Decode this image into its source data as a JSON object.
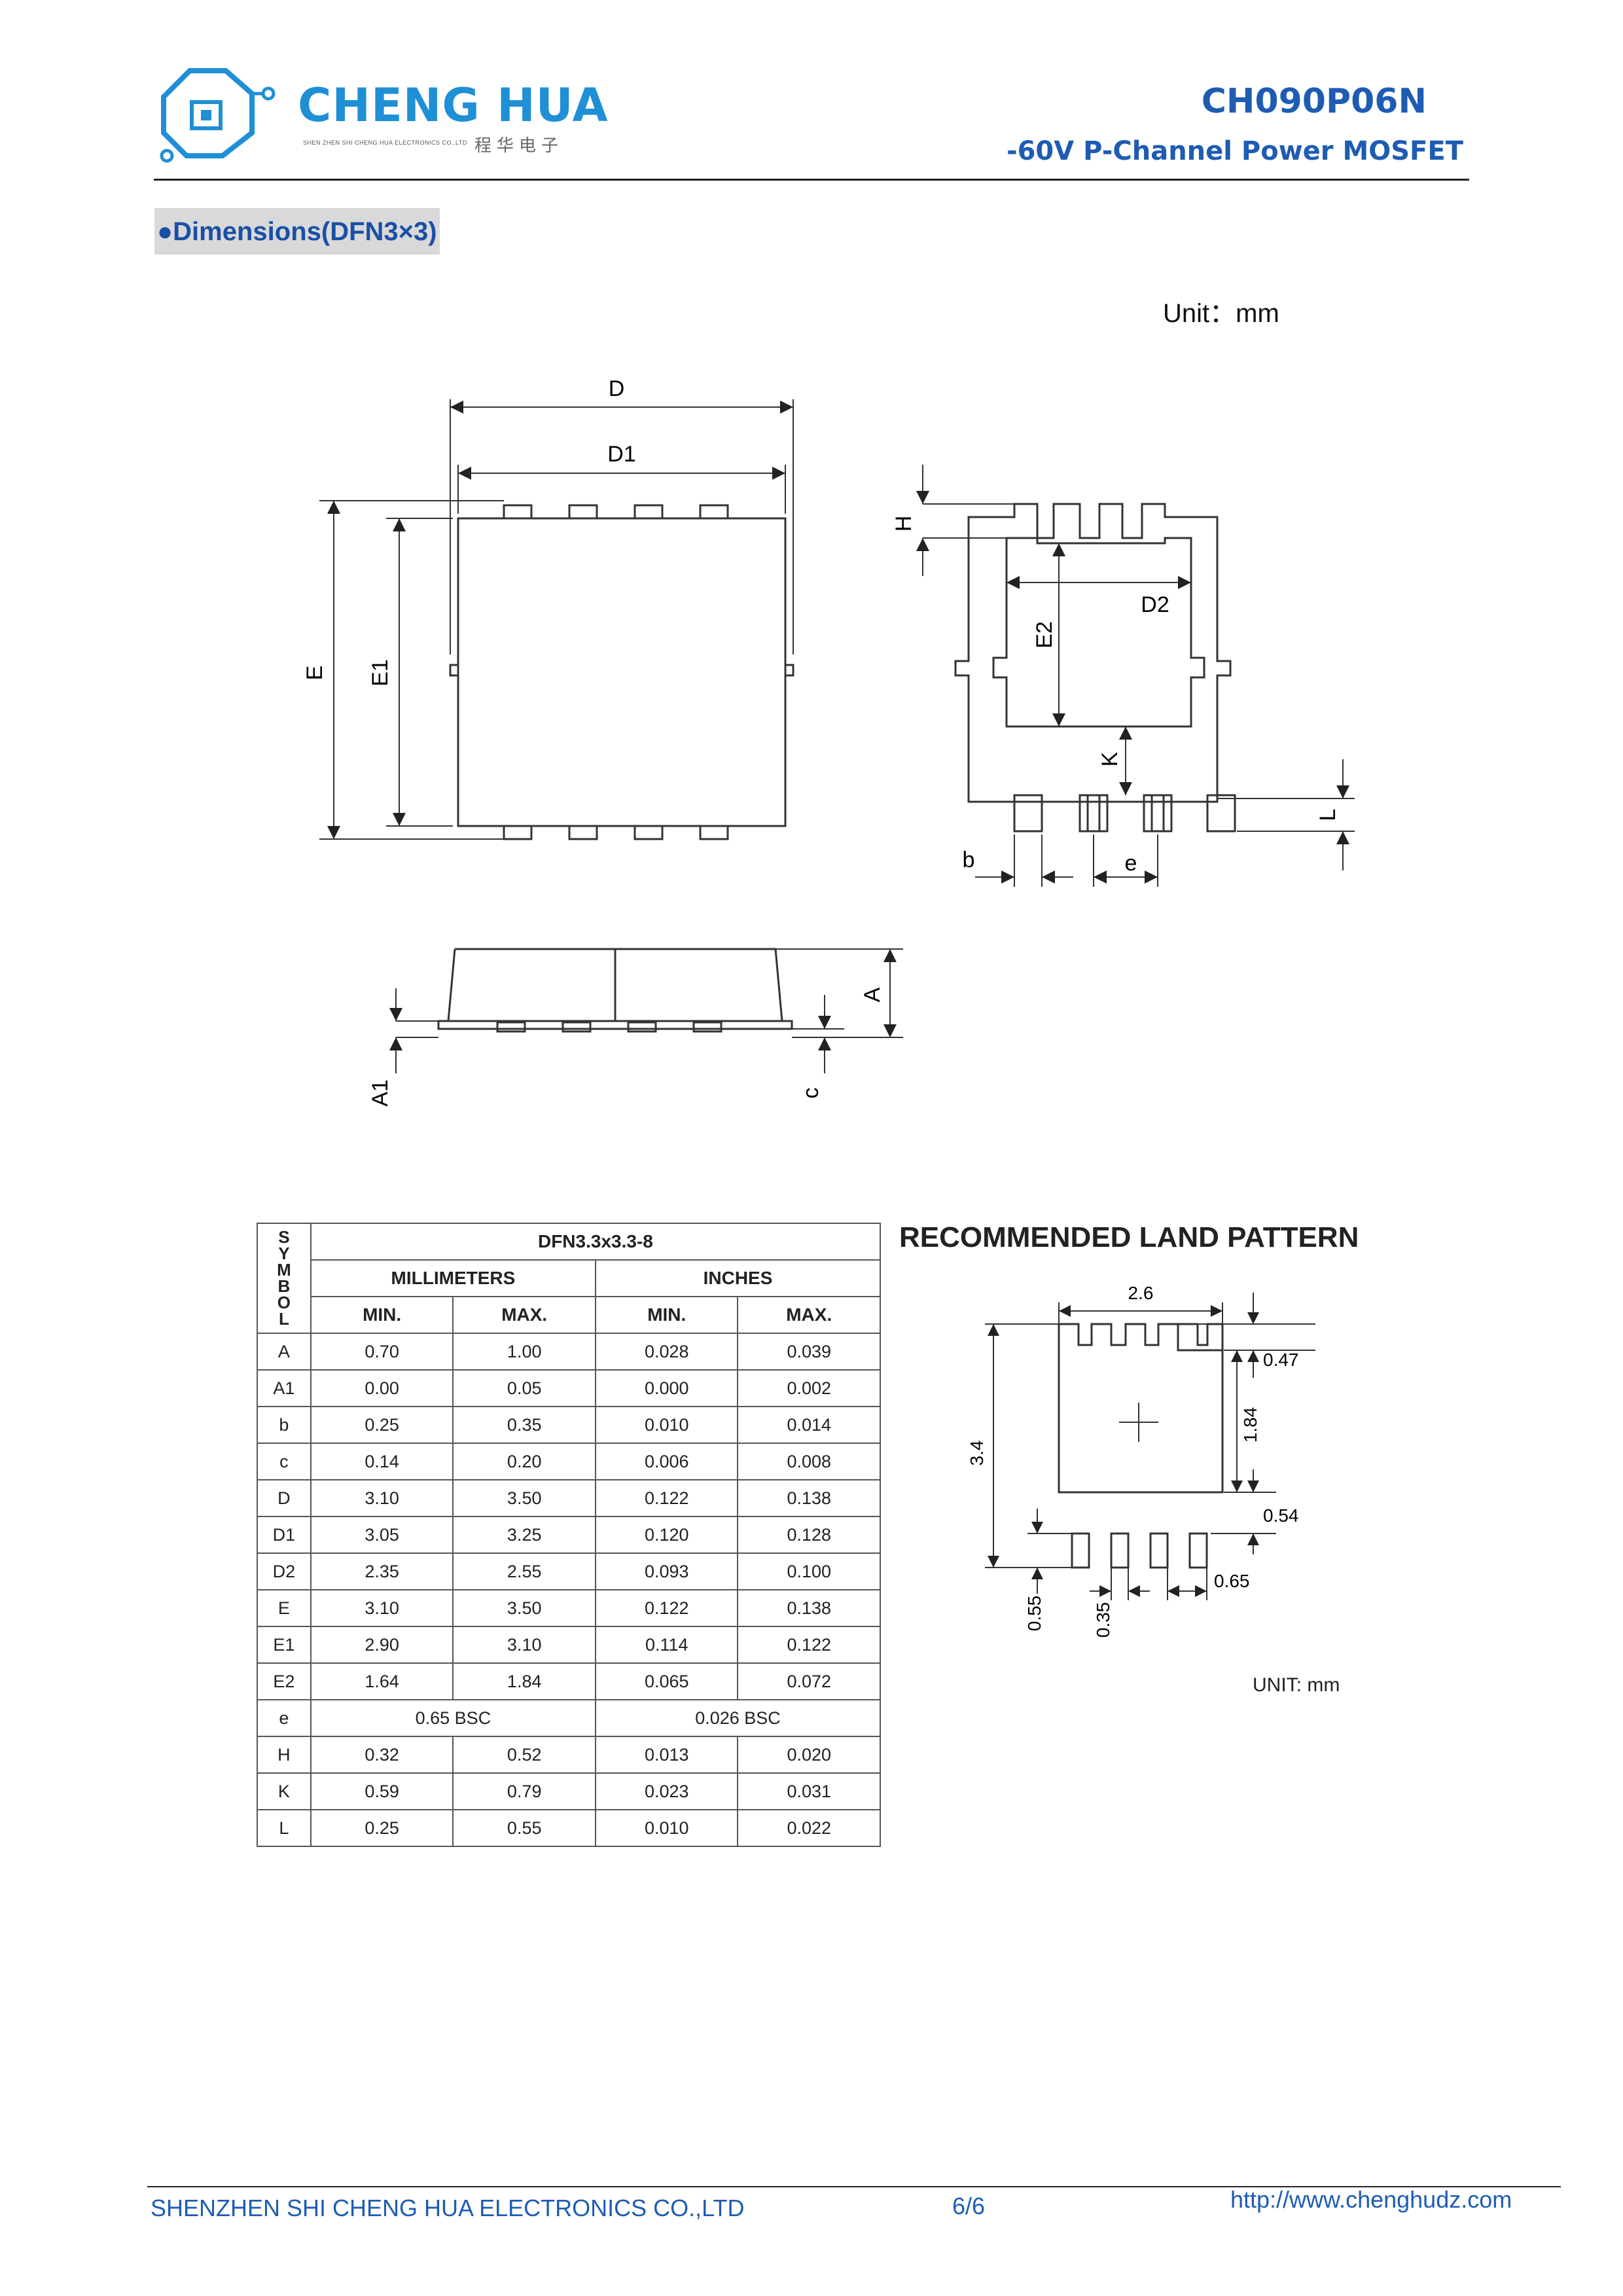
{
  "header": {
    "logo_name": "CHENG HUA",
    "logo_sub": "SHEN ZHEN SHI CHENG HUA ELECTRONICS CO.,LTD",
    "logo_cn": "程华电子",
    "part_number": "CH090P06N",
    "subtitle": "-60V P-Channel Power MOSFET"
  },
  "section_title": "●Dimensions(DFN3×3)",
  "unit_label": "Unit：mm",
  "drawing_labels": {
    "D": "D",
    "D1": "D1",
    "E": "E",
    "E1": "E1",
    "H": "H",
    "D2": "D2",
    "E2": "E2",
    "K": "K",
    "L": "L",
    "b": "b",
    "e": "e",
    "A": "A",
    "A1": "A1",
    "c": "c"
  },
  "table": {
    "symbol_header": [
      "S",
      "Y",
      "M",
      "B",
      "O",
      "L"
    ],
    "package": "DFN3.3x3.3-8",
    "groups": [
      "MILLIMETERS",
      "INCHES"
    ],
    "columns": [
      "MIN.",
      "MAX.",
      "MIN.",
      "MAX."
    ],
    "rows": [
      {
        "symbol": "A",
        "mm_min": "0.70",
        "mm_max": "1.00",
        "in_min": "0.028",
        "in_max": "0.039"
      },
      {
        "symbol": "A1",
        "mm_min": "0.00",
        "mm_max": "0.05",
        "in_min": "0.000",
        "in_max": "0.002"
      },
      {
        "symbol": "b",
        "mm_min": "0.25",
        "mm_max": "0.35",
        "in_min": "0.010",
        "in_max": "0.014"
      },
      {
        "symbol": "c",
        "mm_min": "0.14",
        "mm_max": "0.20",
        "in_min": "0.006",
        "in_max": "0.008"
      },
      {
        "symbol": "D",
        "mm_min": "3.10",
        "mm_max": "3.50",
        "in_min": "0.122",
        "in_max": "0.138"
      },
      {
        "symbol": "D1",
        "mm_min": "3.05",
        "mm_max": "3.25",
        "in_min": "0.120",
        "in_max": "0.128"
      },
      {
        "symbol": "D2",
        "mm_min": "2.35",
        "mm_max": "2.55",
        "in_min": "0.093",
        "in_max": "0.100"
      },
      {
        "symbol": "E",
        "mm_min": "3.10",
        "mm_max": "3.50",
        "in_min": "0.122",
        "in_max": "0.138"
      },
      {
        "symbol": "E1",
        "mm_min": "2.90",
        "mm_max": "3.10",
        "in_min": "0.114",
        "in_max": "0.122"
      },
      {
        "symbol": "E2",
        "mm_min": "1.64",
        "mm_max": "1.84",
        "in_min": "0.065",
        "in_max": "0.072"
      },
      {
        "symbol": "e",
        "mm_bsc": "0.65 BSC",
        "in_bsc": "0.026 BSC"
      },
      {
        "symbol": "H",
        "mm_min": "0.32",
        "mm_max": "0.52",
        "in_min": "0.013",
        "in_max": "0.020"
      },
      {
        "symbol": "K",
        "mm_min": "0.59",
        "mm_max": "0.79",
        "in_min": "0.023",
        "in_max": "0.031"
      },
      {
        "symbol": "L",
        "mm_min": "0.25",
        "mm_max": "0.55",
        "in_min": "0.010",
        "in_max": "0.022"
      }
    ]
  },
  "land_pattern": {
    "title": "RECOMMENDED LAND PATTERN",
    "dims": {
      "width": "2.6",
      "top": "0.47",
      "mid": "1.84",
      "height": "3.4",
      "bottom": "0.54",
      "pitch": "0.65",
      "pad_len": "0.55",
      "pad_w": "0.35"
    },
    "unit": "UNIT: mm"
  },
  "footer": {
    "company": "SHENZHEN SHI CHENG HUA ELECTRONICS CO.,LTD",
    "page": "6/6",
    "url": "http://www.chenghudz.com"
  },
  "colors": {
    "brand_blue": "#1f8fd6",
    "title_blue": "#1e5cb3",
    "section_bg": "#d9d9d9"
  }
}
